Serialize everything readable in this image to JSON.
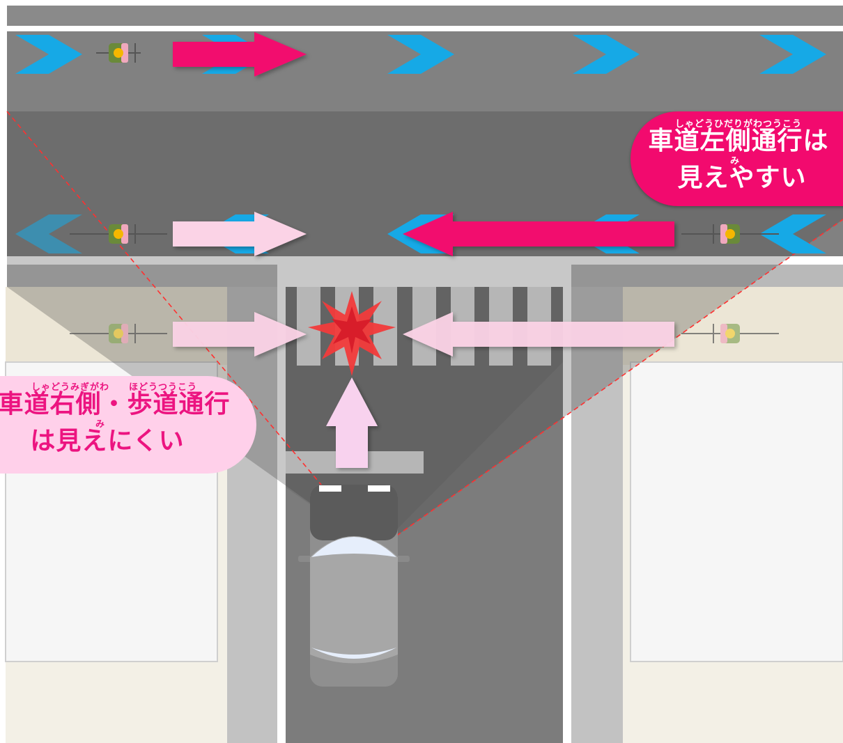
{
  "callouts": {
    "good": {
      "ruby_line1": "しゃどうひだりがわつうこう",
      "line1": "車道左側通行は",
      "ruby_line2": "み",
      "line2": "見えやすい"
    },
    "bad": {
      "ruby_line1": "しゃどうみぎがわ　　ほどうつうこう",
      "line1": "車道右側・歩道通行",
      "ruby_line2": "み",
      "line2": "は見えにくい"
    }
  },
  "colors": {
    "road": "#818181",
    "sidewalk": "#f3f0e6",
    "accent_magenta": "#f20a6e",
    "pale_pink": "#ffd0ea",
    "chevron_blue": "#16a9e6",
    "collision_red": "#f23b3b"
  },
  "icons": [
    "bicycle-icon",
    "car-icon",
    "collision-icon",
    "arrow-icon",
    "chevron-icon"
  ]
}
